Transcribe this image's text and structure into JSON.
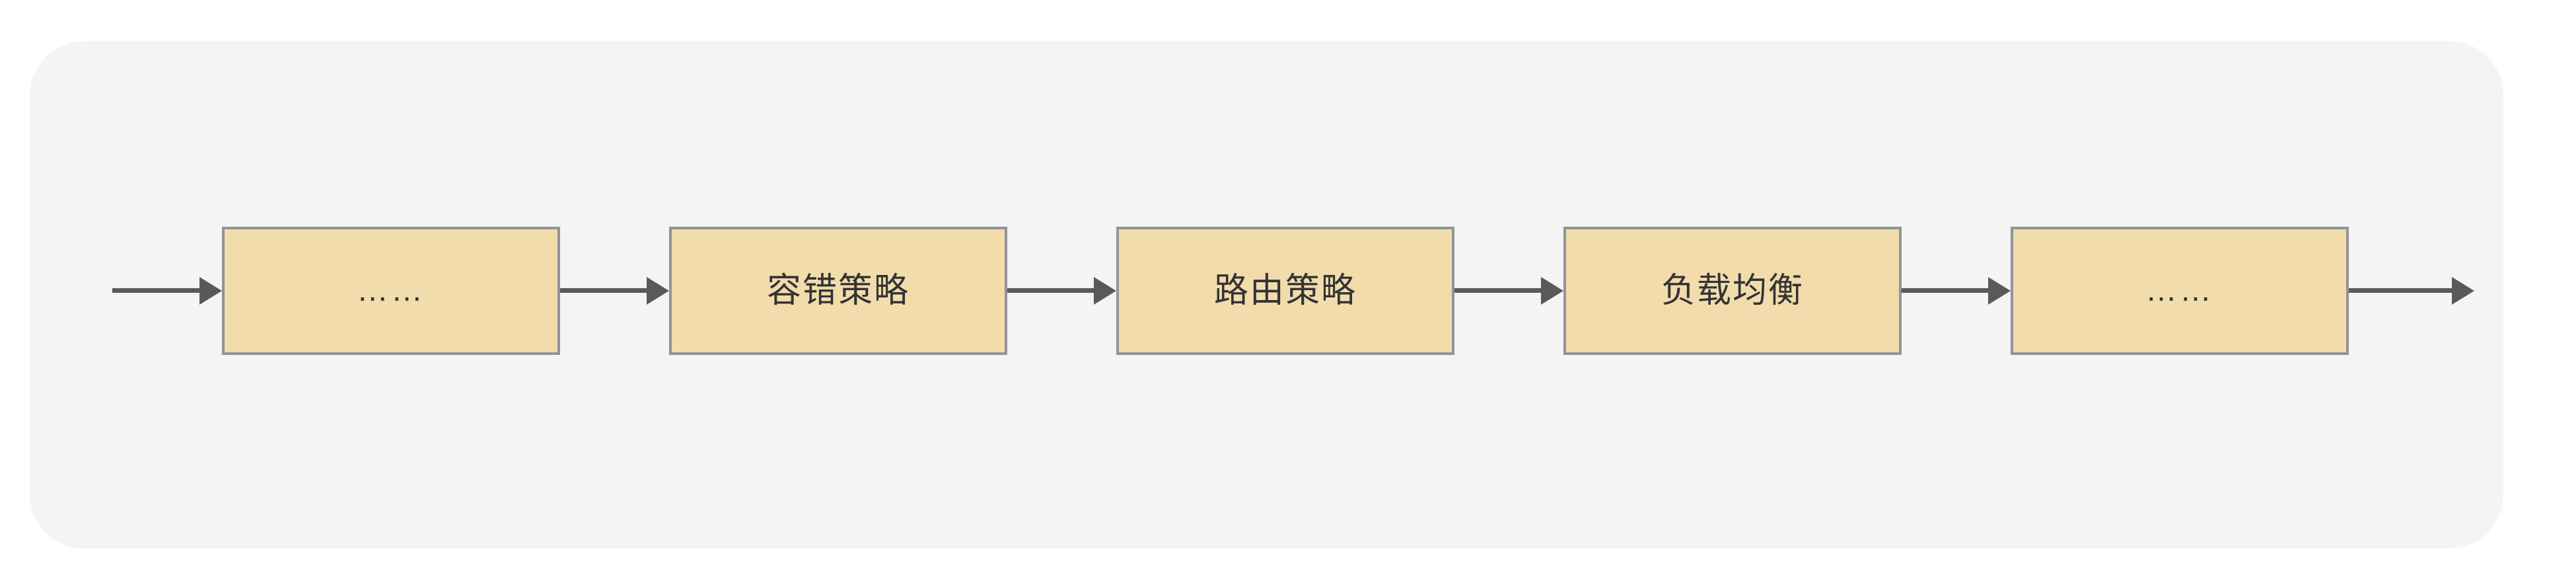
{
  "diagram": {
    "type": "horizontal-flow",
    "title": "",
    "panel": {
      "background_color": "#f4f4f2",
      "corner_radius": "82px"
    },
    "style": {
      "box_fill_color": "#f2dcac",
      "box_border_color": "#90939a",
      "arrow_color": "#595959",
      "text_color": "#333333"
    },
    "entry_arrow": {
      "name": "entry-arrow",
      "direction": "right"
    },
    "exit_arrow": {
      "name": "exit-arrow",
      "direction": "right"
    },
    "nodes": [
      {
        "id": "node-1",
        "label": "……",
        "is_ellipsis": true
      },
      {
        "id": "node-2",
        "label": "容错策略",
        "is_ellipsis": false
      },
      {
        "id": "node-3",
        "label": "路由策略",
        "is_ellipsis": false
      },
      {
        "id": "node-4",
        "label": "负载均衡",
        "is_ellipsis": false
      },
      {
        "id": "node-5",
        "label": "……",
        "is_ellipsis": true
      }
    ],
    "connectors": [
      {
        "id": "connector-0",
        "from": "input",
        "to": "node-1",
        "direction": "right"
      },
      {
        "id": "connector-1",
        "from": "node-1",
        "to": "node-2",
        "direction": "right"
      },
      {
        "id": "connector-2",
        "from": "node-2",
        "to": "node-3",
        "direction": "right"
      },
      {
        "id": "connector-3",
        "from": "node-3",
        "to": "node-4",
        "direction": "right"
      },
      {
        "id": "connector-4",
        "from": "node-4",
        "to": "node-5",
        "direction": "right"
      },
      {
        "id": "connector-5",
        "from": "node-5",
        "to": "output",
        "direction": "right"
      }
    ]
  }
}
